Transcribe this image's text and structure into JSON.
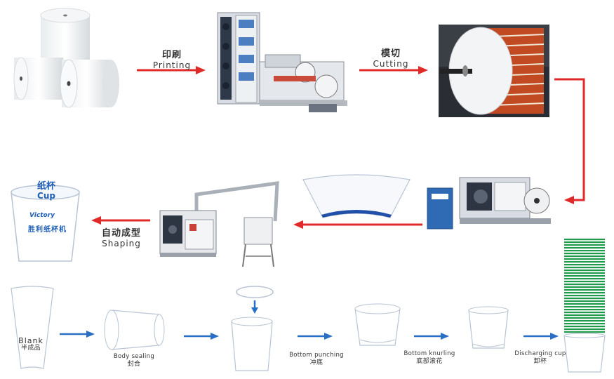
{
  "steps": {
    "printing": {
      "zh": "印刷",
      "en": "Printing"
    },
    "cutting": {
      "zh": "模切",
      "en": "Cutting"
    },
    "shaping": {
      "zh": "自动成型",
      "en": "Shaping"
    }
  },
  "cup": {
    "top_zh": "纸杯",
    "top_en": "Cup",
    "logo": "Victory",
    "side_zh": "胜利纸杯机"
  },
  "process": {
    "blank": {
      "en": "Blank",
      "zh": "半成品"
    },
    "body_sealing": {
      "en": "Body sealing",
      "zh": "封合"
    },
    "bottom_punching": {
      "en": "Bottom punching",
      "zh": "冲底"
    },
    "bottom_knurling": {
      "en": "Bottom knurling",
      "zh": "底部滚花"
    },
    "discharging_cup": {
      "en": "Discharging cup",
      "zh": "卸杯"
    }
  },
  "colors": {
    "red_arrow": "#e02a2a",
    "blue_arrow": "#2a6fc4",
    "stack_green": "#1e9a4a",
    "cup_blue": "#1f5fb8"
  }
}
